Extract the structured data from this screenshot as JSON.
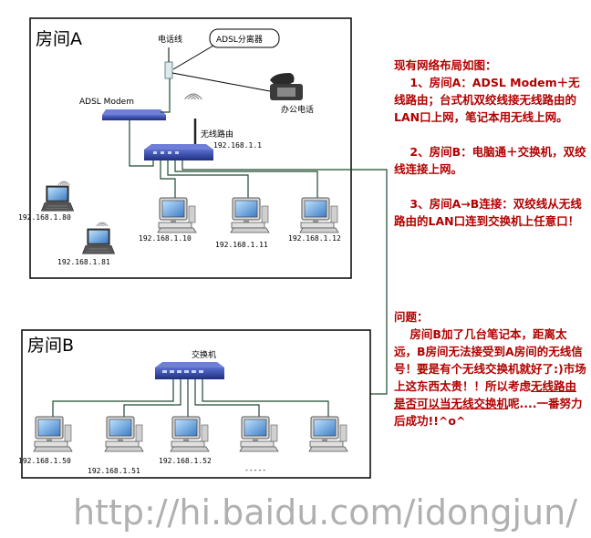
{
  "room_a": {
    "title": "房间A",
    "phone_line_label": "电话线",
    "splitter_label": "ADSL分离器",
    "modem_label": "ADSL Modem",
    "office_phone_label": "办公电话",
    "router_label": "无线路由",
    "router_ip": "192.168.1.1",
    "laptops": [
      {
        "ip": "192.168.1.80"
      },
      {
        "ip": "192.168.1.81"
      }
    ],
    "desktops": [
      {
        "ip": "192.168.1.10"
      },
      {
        "ip": "192.168.1.11"
      },
      {
        "ip": "192.168.1.12"
      }
    ]
  },
  "room_b": {
    "title": "房间B",
    "switch_label": "交换机",
    "desktops": [
      {
        "ip": "192.168.1.50"
      },
      {
        "ip": "192.168.1.51"
      },
      {
        "ip": "192.168.1.52"
      },
      {
        "ip": ""
      },
      {
        "ip": ""
      }
    ],
    "ellipsis": "-----"
  },
  "notes": {
    "heading": "现有网络布局如图：",
    "item1": "    1、房间A：ADSL Modem＋无线路由；台式机双绞线接无线路由的LAN口上网，笔记本用无线上网。",
    "item2": "    2、房间B：电脑通＋交换机，双绞线连接上网。",
    "item3": "    3、房间A→B连接：双绞线从无线路由的LAN口连到交换机上任意口！"
  },
  "question": {
    "heading": "问题：",
    "body_start": "    房间B加了几台笔记本，距离太远，B房间无法接受到A房间的无线信号！要是有个无线交换机就好了:)市场上这东西太贵！！所以考虑",
    "body_underlined": "无线路由是否可以当无线交换机",
    "body_end": "呢....一番努力后成功!!^o^"
  },
  "watermark": "http://hi.baidu.com/idongjun/",
  "colors": {
    "note_text": "#b30000",
    "device_blue": "#2c3f9c",
    "wire": "#1d4a30"
  }
}
